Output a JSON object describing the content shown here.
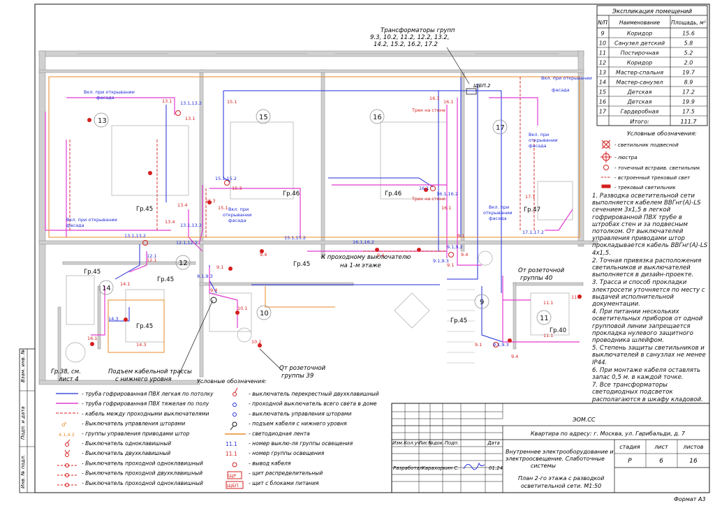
{
  "explication": {
    "title": "Экспликация помещений",
    "headers": [
      "N/П",
      "Наименование",
      "Площадь, м²"
    ],
    "rows": [
      [
        "9",
        "Коридор",
        "15.6"
      ],
      [
        "10",
        "Санузел детский",
        "5.8"
      ],
      [
        "11",
        "Постирочная",
        "5.2"
      ],
      [
        "12",
        "Коридор",
        "2.0"
      ],
      [
        "13",
        "Мастер-спальня",
        "19.7"
      ],
      [
        "14",
        "Мастер-санузел",
        "8.9"
      ],
      [
        "15",
        "Детская",
        "17.2"
      ],
      [
        "16",
        "Детская",
        "19.9"
      ],
      [
        "17",
        "Гардеробная",
        "17.5"
      ]
    ],
    "total_label": "Итого:",
    "total_value": "111.7"
  },
  "legend_right": {
    "title": "Условные обозначения:",
    "items": [
      "- светильник подвесной",
      "- люстра",
      "- точечный встраив. светильник",
      "- встроенный трековый свет",
      "- трековый светильник"
    ]
  },
  "notes": [
    "1.  Разводка осветительной сети выполняется кабелем ВВГнг(А)-LS сечением 3х1,5 в легкой гофрированной ПВХ трубе в штробах стен и за подвесным потолком. От выключателей управления приводами штор прокладывается кабель ВВГнг(А)-LS 4х1,5.",
    "2.  Точная привязка расположения светильников и выключателей выполняется в дизайн-проекте.",
    "3.  Трасса и способ прокладки электросети уточняется по месту с выдачей исполнительной документации.",
    "4.  При питании нескольких осветительных приборов от одной групповой линии запрещается прокладка нулевого защитного проводника шлейфом.",
    "5.  Степень защиты светильников и выключателей в санузлах не менее IP44.",
    "6.  При монтаже кабеля оставлять запас 0,5 м. в каждой точке.",
    "7.  Все трансформаторы светодиодных подсветок располагаются в шкафу кладовой."
  ],
  "legend_bottom": {
    "title": "Условные обозначения:",
    "col1": [
      "- труба гофрированная ПВХ легкая по потолку",
      "- труба гофрированная ПВХ тяжелая по полу",
      "- кабель между проходными выключателями",
      "- Выключатель управления шторами",
      "- группы управления приводами штор",
      "- Выключатель одноклавишный",
      "- Выключатель двухклавишный",
      "- Выключатель проходной одноклавишный",
      "- Выключатель проходной двухклавишный",
      "- Выключатель проходной одноклавишный"
    ],
    "col2": [
      "- выключатель перекрестный двухклавишный",
      "- проходной выключатель всего света в доме",
      "- выключатель управления шторами",
      "- подъем кабеля с нижнего уровня",
      "- светодиодная лента",
      "- номер выклю-ля группы освещения",
      "- номер группы освещения",
      "- вывод кабеля",
      "- щит распределительный",
      "- щит с блоками питания"
    ],
    "code_a": "4.1,4.2",
    "code_b": "11.1",
    "code_c": "11.1",
    "shield_a": "ЩР",
    "shield_b": "ЩБП"
  },
  "callouts": {
    "transformers": "Трансформаторы групп",
    "transformers_groups_1": "9.3, 10.2, 11.2, 12.2, 13.2,",
    "transformers_groups_2": "14.2, 15.2, 16.2, 17.2",
    "shchbp": "ЩБП.2",
    "to_pass_switch_1": "К проходному выключателю",
    "to_pass_switch_2": "на 1-м этаже",
    "from_socket_39_1": "От розеточной",
    "from_socket_39_2": "группы 39",
    "from_socket_40_1": "От розеточной",
    "from_socket_40_2": "группы 40",
    "cable_rise_1": "Подъем кабельной трассы",
    "cable_rise_2": "с нижнего уровня",
    "gr38_1": "Гр.38, см.",
    "gr38_2": "лист 4",
    "facade": "Вкл. при открывании фасада",
    "track": "Трек на стене"
  },
  "rooms": {
    "r9": "9",
    "r10": "10",
    "r11": "11",
    "r12": "12",
    "r13": "13",
    "r14": "14",
    "r15": "15",
    "r16": "16",
    "r17": "17"
  },
  "groups": {
    "g45": "Гр.45",
    "g46": "Гр.46",
    "g47": "Гр.47",
    "g40": "Гр.40"
  },
  "title_block": {
    "code": "ЭОМ.СС",
    "address": "Квартира по адресу: г. Москва, ул. Гарибальди, д. 7",
    "col_headers": [
      "Изм.",
      "Кол.уч",
      "Лист",
      "№док.",
      "Подп.",
      "Дата"
    ],
    "developer_role": "Разработал",
    "developer_name": "Харахоркин С.",
    "date": "01.24",
    "system_title": "Внутреннее электрооборудование и электроосвещение. Слаботочные системы",
    "stage_headers": [
      "стадия",
      "лист",
      "листов"
    ],
    "stage": "Р",
    "sheet": "6",
    "sheets": "16",
    "sheet_title": "План 2-го этажа с разводкой осветительной сети. М1:50",
    "format": "Формат А3"
  },
  "side_stamp": [
    "Взам. инв. №",
    "Подп. и дата",
    "Инв. № подл."
  ],
  "colors": {
    "blue": "#1f2ad8",
    "magenta": "#e23bd0",
    "red": "#d41e1e",
    "orange": "#e88a2a",
    "wall": "#c9c9c9"
  }
}
